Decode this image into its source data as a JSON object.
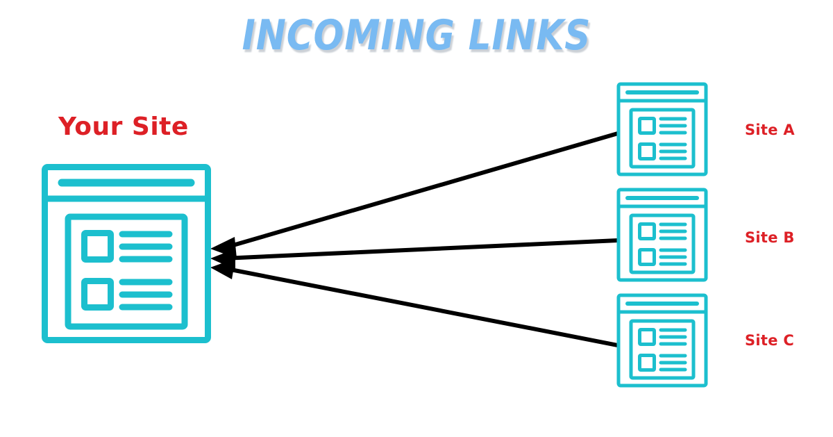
{
  "page": {
    "title": "INCOMING LINKS",
    "background_color": "#ffffff"
  },
  "colors": {
    "title_blue": "#79baf2",
    "label_red": "#dd2026",
    "icon_teal": "#1cbfce",
    "connector_black": "#000000"
  },
  "diagram": {
    "type": "link-graph",
    "target_site": {
      "label": "Your Site",
      "icon": "browser-window-icon"
    },
    "linking_sites": [
      {
        "id": "site-a",
        "label": "Site A",
        "icon": "browser-window-icon"
      },
      {
        "id": "site-b",
        "label": "Site B",
        "icon": "browser-window-icon"
      },
      {
        "id": "site-c",
        "label": "Site C",
        "icon": "browser-window-icon"
      }
    ],
    "connectors": [
      {
        "from": "site-a",
        "to": "your-site",
        "arrow": "left",
        "style": "solid"
      },
      {
        "from": "site-b",
        "to": "your-site",
        "arrow": "left",
        "style": "solid"
      },
      {
        "from": "site-c",
        "to": "your-site",
        "arrow": "left",
        "style": "solid"
      }
    ]
  }
}
